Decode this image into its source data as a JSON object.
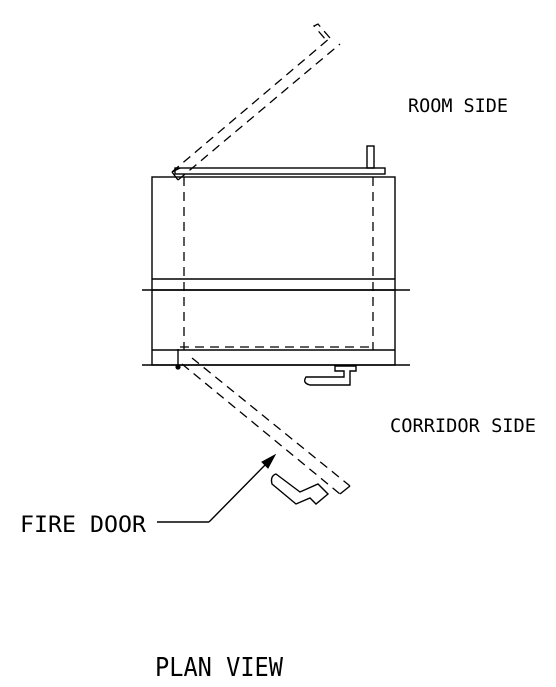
{
  "labels": {
    "room_side": "ROOM SIDE",
    "corridor_side": "CORRIDOR SIDE",
    "fire_door": "FIRE DOOR",
    "view_title": "PLAN VIEW"
  }
}
